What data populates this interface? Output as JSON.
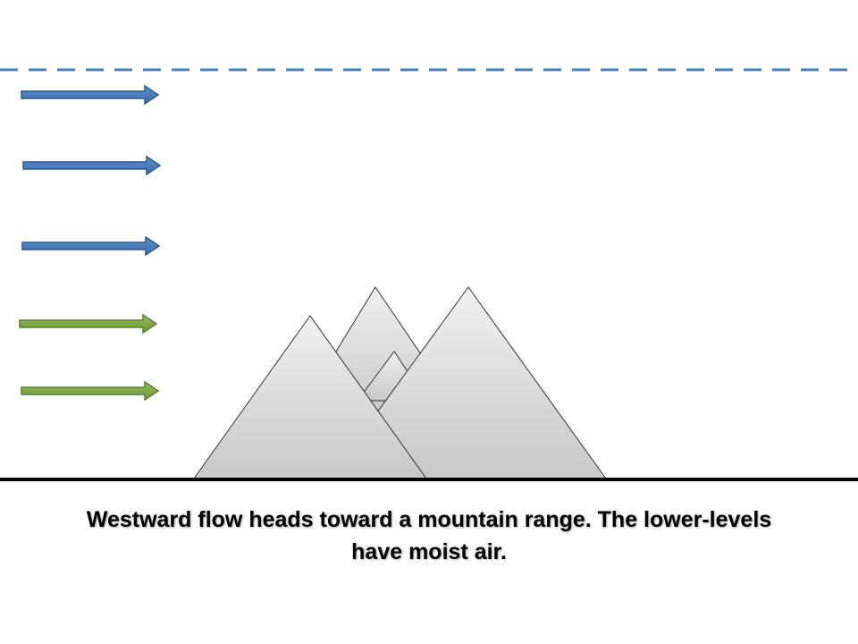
{
  "caption": {
    "line1": "Westward flow heads toward a mountain range.  The lower-levels",
    "line2": "have moist air."
  },
  "colors": {
    "upper_flow": "#4a7ebb",
    "lower_moist_flow": "#7ea446",
    "tropopause_dash": "#4a7ebb",
    "ground": "#000000",
    "mountain_top": "#f0f0f0",
    "mountain_bottom": "#c8c8c8"
  },
  "flow_arrows": [
    {
      "layer": "upper",
      "color_key": "upper_flow"
    },
    {
      "layer": "upper",
      "color_key": "upper_flow"
    },
    {
      "layer": "upper",
      "color_key": "upper_flow"
    },
    {
      "layer": "lower-moist",
      "color_key": "lower_moist_flow"
    },
    {
      "layer": "lower-moist",
      "color_key": "lower_moist_flow"
    }
  ]
}
